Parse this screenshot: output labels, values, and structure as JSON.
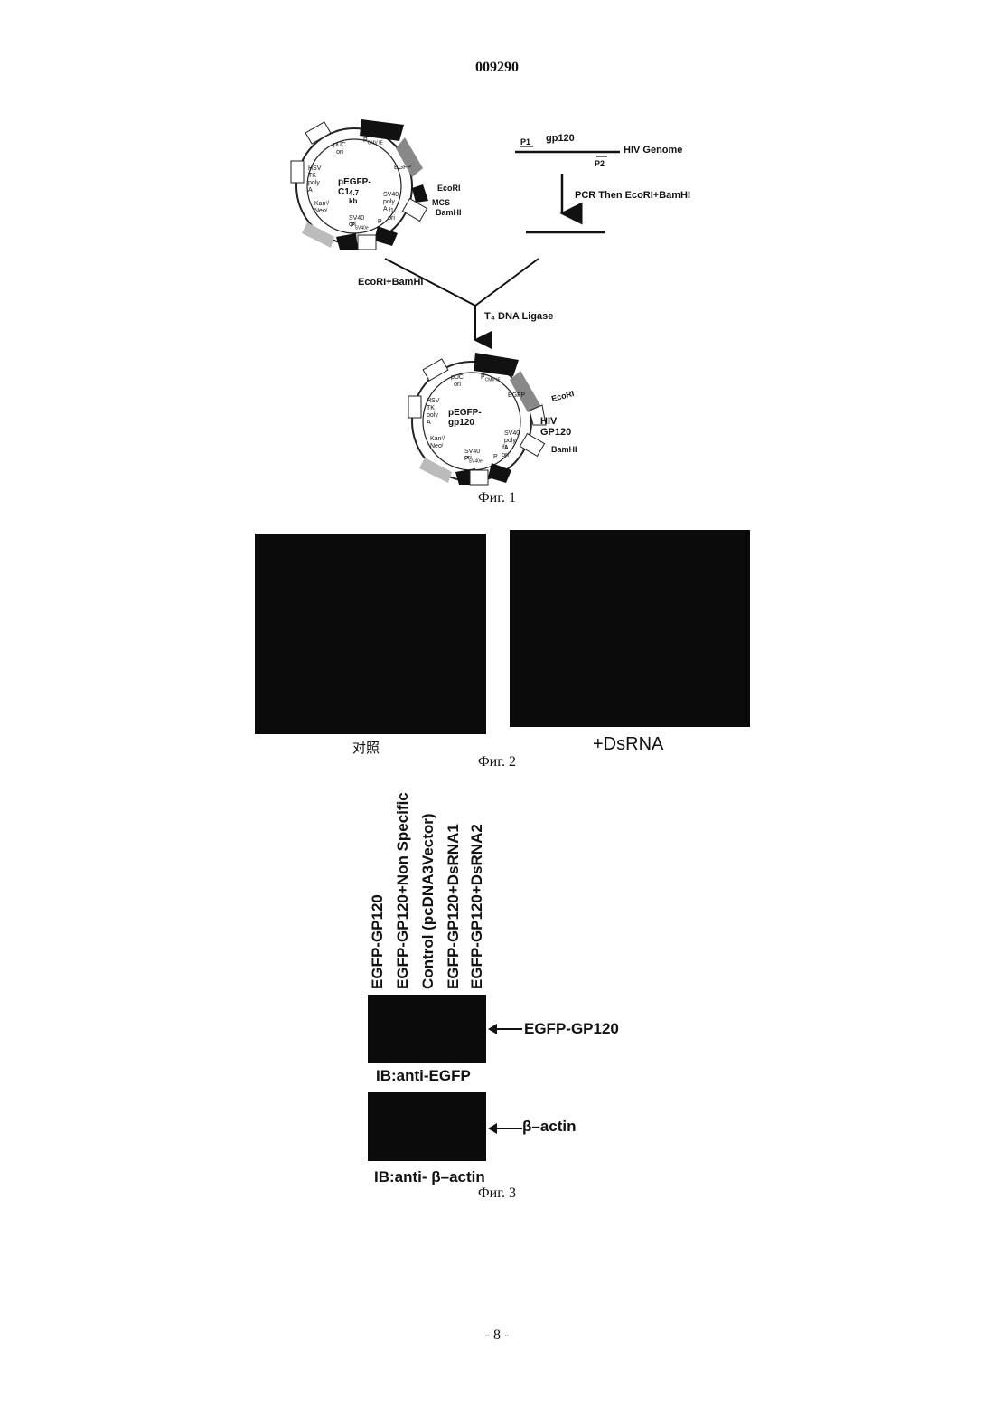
{
  "header": {
    "patent_number": "009290"
  },
  "fig1": {
    "caption": "Фиг. 1",
    "plasmid1": {
      "name": "pEGFP-C1",
      "size": "4.7 kb",
      "labels": {
        "puc_ori_1": "pUC",
        "puc_ori_2": "ori",
        "pcmv": "P",
        "pcmv_sub": "CMV IE",
        "egfp": "EGFP",
        "hsv_1": "HSV TK",
        "hsv_2": "poly A",
        "sv40pa_1": "SV40",
        "sv40pa_2": "poly A",
        "f1_1": "f1",
        "f1_2": "ori",
        "kan_1": "Kanʳ/",
        "kan_2": "Neoʳ",
        "sv40ori": "SV40 ori",
        "psv40": "P",
        "psv40_sub": "SV40",
        "psv40_e": "e",
        "p": "P",
        "ecori": "EcoRI",
        "mcs": "MCS",
        "bamhi": "BamHI"
      }
    },
    "hiv": {
      "p1": "P1",
      "gp120": "gp120",
      "p2": "P2",
      "genome": "HIV Genome",
      "pcr": "PCR Then EcoRI+BamHI"
    },
    "digest": "EcoRI+BamHI",
    "ligase": "T₄ DNA Ligase",
    "plasmid2": {
      "name": "pEGFP-gp120",
      "labels": {
        "puc_ori_1": "pUC",
        "puc_ori_2": "ori",
        "pcmv": "P",
        "pcmv_sub": "CMV IE",
        "egfp": "EGFP",
        "hsv_1": "HSV TK",
        "hsv_2": "poly A",
        "sv40pa_1": "SV40",
        "sv40pa_2": "poly A",
        "f1_1": "f1",
        "f1_2": "ori",
        "kan_1": "Kanʳ/",
        "kan_2": "Neoʳ",
        "sv40ori": "SV40 ori",
        "psv40": "P",
        "psv40_sub": "SV40",
        "psv40_e": "e",
        "p": "P",
        "ecori": "EcoRI",
        "hiv_gp120": "HIV GP120",
        "bamhi": "BamHI"
      }
    }
  },
  "fig2": {
    "caption": "Фиг. 2",
    "left_label": "对照",
    "right_label": "+DsRNA"
  },
  "fig3": {
    "caption": "Фиг. 3",
    "lanes": [
      "EGFP-GP120",
      "EGFP-GP120+Non Specific",
      "Control (pcDNA3Vector)",
      "EGFP-GP120+DsRNA1",
      "EGFP-GP120+DsRNA2"
    ],
    "band1_label": "EGFP-GP120",
    "blot1_label": "IB:anti-EGFP",
    "band2_label": "β–actin",
    "blot2_label": "IB:anti- β–actin"
  },
  "footer": {
    "page_number": "- 8 -"
  }
}
